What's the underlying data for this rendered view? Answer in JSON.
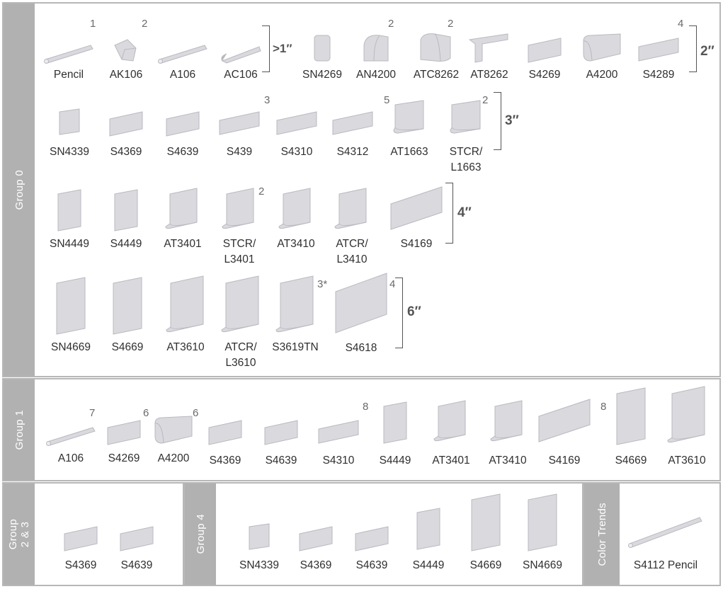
{
  "groups": {
    "group0": "Group 0",
    "group1": "Group 1",
    "group23": "Group\n2 & 3",
    "group4": "Group 4",
    "color_trends": "Color Trends"
  },
  "sizes": {
    "s1": ">1″",
    "s2": "2″",
    "s3": "3″",
    "s4": "4″",
    "s6": "6″"
  },
  "row1": [
    {
      "code": "Pencil",
      "qty": "1",
      "shape": "pencil"
    },
    {
      "code": "AK106",
      "qty": "2",
      "shape": "corner"
    },
    {
      "code": "A106",
      "qty": "",
      "shape": "pencil"
    },
    {
      "code": "AC106",
      "qty": "",
      "shape": "cap"
    },
    {
      "code": "SN4269",
      "qty": "",
      "shape": "smallbox"
    },
    {
      "code": "AN4200",
      "qty": "2",
      "shape": "dome"
    },
    {
      "code": "ATC8262",
      "qty": "2",
      "shape": "cube"
    },
    {
      "code": "AT8262",
      "qty": "",
      "shape": "angled"
    },
    {
      "code": "S4269",
      "qty": "",
      "shape": "flat"
    },
    {
      "code": "A4200",
      "qty": "",
      "shape": "round"
    },
    {
      "code": "S4289",
      "qty": "4",
      "shape": "flatlong"
    }
  ],
  "row2": [
    {
      "code": "SN4339",
      "qty": "",
      "shape": "sq"
    },
    {
      "code": "S4369",
      "qty": "",
      "shape": "flat"
    },
    {
      "code": "S4639",
      "qty": "",
      "shape": "flat"
    },
    {
      "code": "S439",
      "qty": "3",
      "shape": "flatlong"
    },
    {
      "code": "S4310",
      "qty": "",
      "shape": "flatlong"
    },
    {
      "code": "S4312",
      "qty": "5",
      "shape": "flatlong"
    },
    {
      "code": "AT1663",
      "qty": "",
      "shape": "cove"
    },
    {
      "code": "STCR/\nL1663",
      "qty": "2",
      "shape": "cove"
    }
  ],
  "row3": [
    {
      "code": "SN4449",
      "qty": "",
      "shape": "tall"
    },
    {
      "code": "S4449",
      "qty": "",
      "shape": "tall"
    },
    {
      "code": "AT3401",
      "qty": "",
      "shape": "covetall"
    },
    {
      "code": "STCR/\nL3401",
      "qty": "2",
      "shape": "covetall"
    },
    {
      "code": "AT3410",
      "qty": "",
      "shape": "covetall"
    },
    {
      "code": "ATCR/\nL3410",
      "qty": "",
      "shape": "covetall"
    },
    {
      "code": "S4169",
      "qty": "",
      "shape": "widetall"
    }
  ],
  "row4": [
    {
      "code": "SN4669",
      "qty": "",
      "shape": "big"
    },
    {
      "code": "S4669",
      "qty": "",
      "shape": "big"
    },
    {
      "code": "AT3610",
      "qty": "",
      "shape": "bigcove"
    },
    {
      "code": "ATCR/\nL3610",
      "qty": "",
      "shape": "bigcove"
    },
    {
      "code": "S3619TN",
      "qty": "3*",
      "shape": "bigcove"
    },
    {
      "code": "S4618",
      "qty": "4",
      "shape": "bigwide"
    }
  ],
  "group1_items": [
    {
      "code": "A106",
      "qty": "7",
      "shape": "pencil"
    },
    {
      "code": "S4269",
      "qty": "6",
      "shape": "flat"
    },
    {
      "code": "A4200",
      "qty": "6",
      "shape": "round"
    },
    {
      "code": "S4369",
      "qty": "",
      "shape": "flat"
    },
    {
      "code": "S4639",
      "qty": "",
      "shape": "flat"
    },
    {
      "code": "S4310",
      "qty": "8",
      "shape": "flatlong"
    },
    {
      "code": "S4449",
      "qty": "",
      "shape": "tall"
    },
    {
      "code": "AT3401",
      "qty": "",
      "shape": "covetall"
    },
    {
      "code": "AT3410",
      "qty": "",
      "shape": "covetall"
    },
    {
      "code": "S4169",
      "qty": "8",
      "shape": "widetall"
    },
    {
      "code": "S4669",
      "qty": "",
      "shape": "big"
    },
    {
      "code": "AT3610",
      "qty": "",
      "shape": "bigcove"
    }
  ],
  "group23_items": [
    {
      "code": "S4369",
      "shape": "flat"
    },
    {
      "code": "S4639",
      "shape": "flat"
    }
  ],
  "group4_items": [
    {
      "code": "SN4339",
      "shape": "sq"
    },
    {
      "code": "S4369",
      "shape": "flat"
    },
    {
      "code": "S4639",
      "shape": "flat"
    },
    {
      "code": "S4449",
      "shape": "tall"
    },
    {
      "code": "S4669",
      "shape": "big"
    },
    {
      "code": "SN4669",
      "shape": "big"
    }
  ],
  "color_trends_items": [
    {
      "code": "S4112 Pencil",
      "shape": "longpencil"
    }
  ],
  "colors": {
    "tile": "#d9d9de",
    "tile_dark": "#b9b9c0",
    "tile_light": "#ececf0",
    "tab": "#b1b1b1",
    "border": "#b7b7b7"
  }
}
